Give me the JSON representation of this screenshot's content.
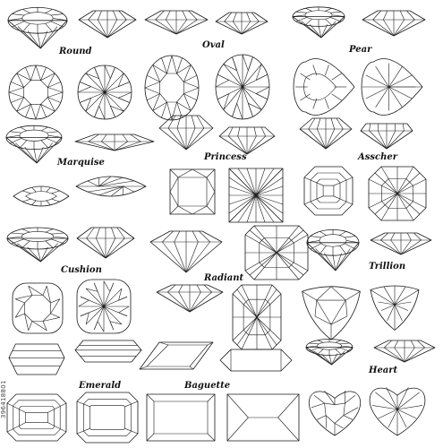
{
  "labels": {
    "round": "Round",
    "oval": "Oval",
    "pear": "Pear",
    "marquise": "Marquise",
    "princess": "Princess",
    "asscher": "Asscher",
    "cushion": "Cushion",
    "radiant": "Radiant",
    "trillion": "Trillion",
    "emerald": "Emerald",
    "baguette": "Baguette",
    "heart": "Heart"
  },
  "watermark": "396418801",
  "colors": {
    "stroke": "#1a1a1a",
    "background": "#ffffff"
  }
}
